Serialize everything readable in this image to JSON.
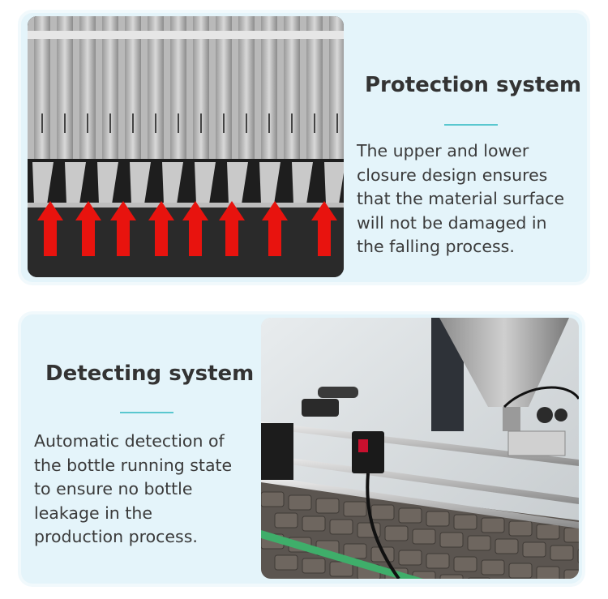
{
  "sections": [
    {
      "title": "Protection system",
      "lines": [
        "The upper and lower",
        "closure design ensures",
        "that the material surface",
        "will not be damaged in",
        "the falling process."
      ],
      "image_icon": "closure-plates-with-red-arrows-photo",
      "accent_color": "#59c7cf"
    },
    {
      "title": "Detecting system",
      "lines": [
        "Automatic detection of",
        "the bottle running state",
        "to ensure no bottle",
        "leakage in the",
        "production process."
      ],
      "image_icon": "conveyor-sensor-photo",
      "accent_color": "#59c7cf"
    }
  ]
}
